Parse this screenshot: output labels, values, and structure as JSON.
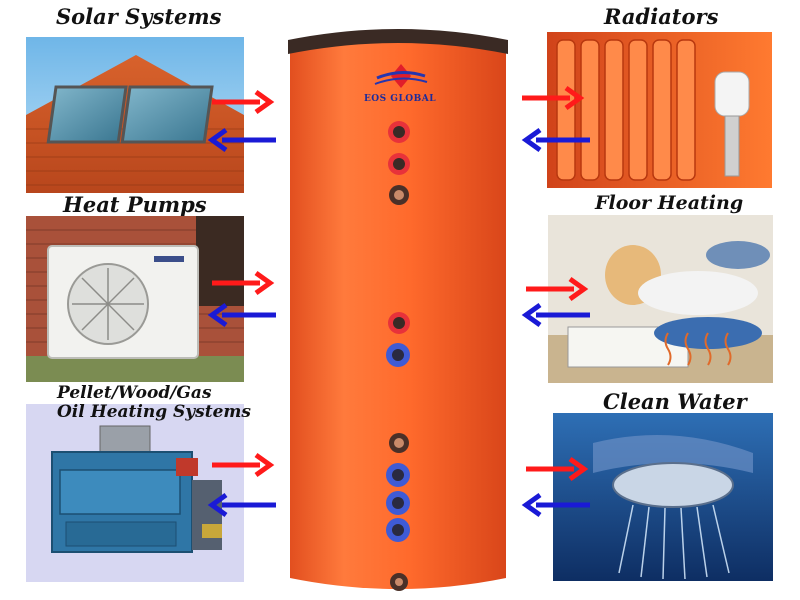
{
  "labels": {
    "solar": "Solar Systems",
    "heat_pumps": "Heat Pumps",
    "pellet_line1": "Pellet/Wood/Gas",
    "pellet_line2": "Oil Heating  Systems",
    "radiators": "Radiators",
    "floor_heating": "Floor Heating",
    "clean_water": "Clean Water"
  },
  "tank": {
    "brand": "EOS GLOBAL"
  },
  "colors": {
    "tank": "#ff6a2c",
    "supply_arrow": "#ff1a1a",
    "return_arrow": "#1a1ad6",
    "connector_red": "#e8323a",
    "connector_blue": "#3f5bd6"
  }
}
